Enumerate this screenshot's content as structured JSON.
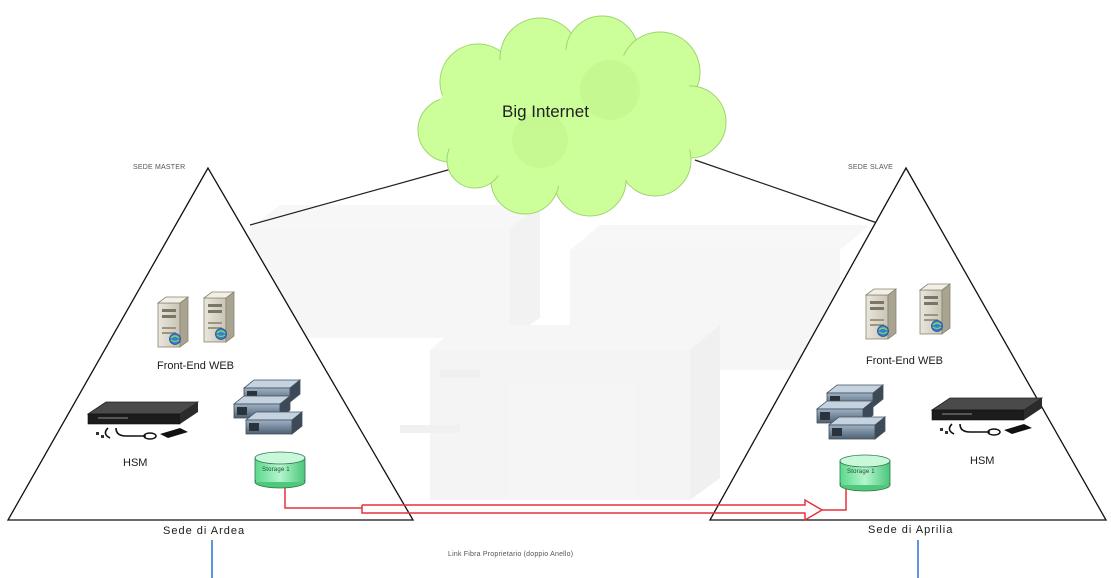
{
  "cloud": {
    "label": "Big Internet"
  },
  "master": {
    "corner_label": "SEDE MASTER",
    "site_label": "Sede di Ardea",
    "web_label": "Front-End WEB",
    "hsm_label": "HSM",
    "storage_label": "Storage 1"
  },
  "slave": {
    "corner_label": "SEDE SLAVE",
    "site_label": "Sede di Aprilia",
    "web_label": "Front-End WEB",
    "hsm_label": "HSM",
    "storage_label": "Storage 1"
  },
  "link": {
    "label": "Link Fibra Proprietario (doppio Anello)"
  },
  "colors": {
    "cloud_fill": "#ccff99",
    "link_red": "#e8303a",
    "vertical_blue": "#2b6fd6",
    "storage_green": "#7fe8a8"
  }
}
